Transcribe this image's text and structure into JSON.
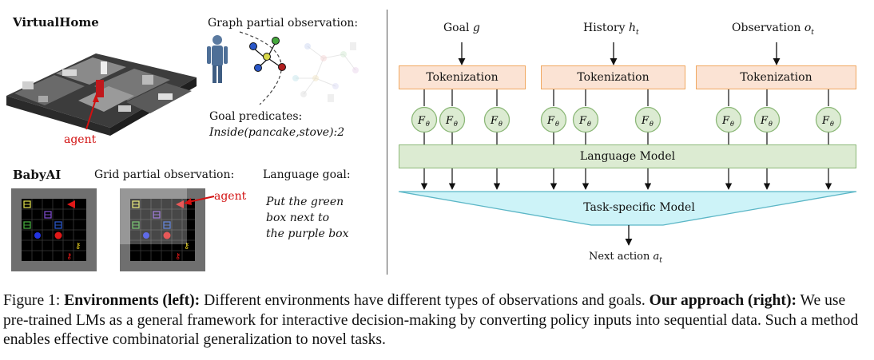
{
  "left": {
    "virtualhome_title": "VirtualHome",
    "graph_label": "Graph partial observation:",
    "goal_predicates_label": "Goal predicates:",
    "goal_predicates_value": "Inside(pancake,stove):2",
    "agent_label": "agent",
    "babyai_title": "BabyAI",
    "grid_label": "Grid partial observation:",
    "language_goal_label": "Language goal:",
    "language_goal_value": "Put the green\nbox next to\nthe purple box"
  },
  "right": {
    "inputs": [
      {
        "name": "Goal",
        "var": "g",
        "sub": ""
      },
      {
        "name": "History",
        "var": "h",
        "sub": "t"
      },
      {
        "name": "Observation",
        "var": "o",
        "sub": "t"
      }
    ],
    "tokenization_label": "Tokenization",
    "f_symbol": "F",
    "f_sub": "θ",
    "language_model_label": "Language Model",
    "task_model_label": "Task-specific Model",
    "output": {
      "name": "Next action",
      "var": "a",
      "sub": "t"
    }
  },
  "caption": {
    "figure_label": "Figure 1:",
    "env_head": "Environments (left):",
    "env_text": "Different environments have different types of observations and goals.",
    "approach_head": "Our approach (right):",
    "approach_text": "We use pre-trained LMs as a general framework for interactive decision-making by converting policy inputs into sequential data. Such a method enables effective combinatorial generalization to novel tasks."
  },
  "colors": {
    "tokenization_fill": "#fbe3d4",
    "tokenization_border": "#f0a860",
    "lm_fill": "#dcebd2",
    "lm_border": "#8cb878",
    "task_fill": "#cdf3f8",
    "task_border": "#5bb6c6",
    "agent_red": "#d21010"
  }
}
